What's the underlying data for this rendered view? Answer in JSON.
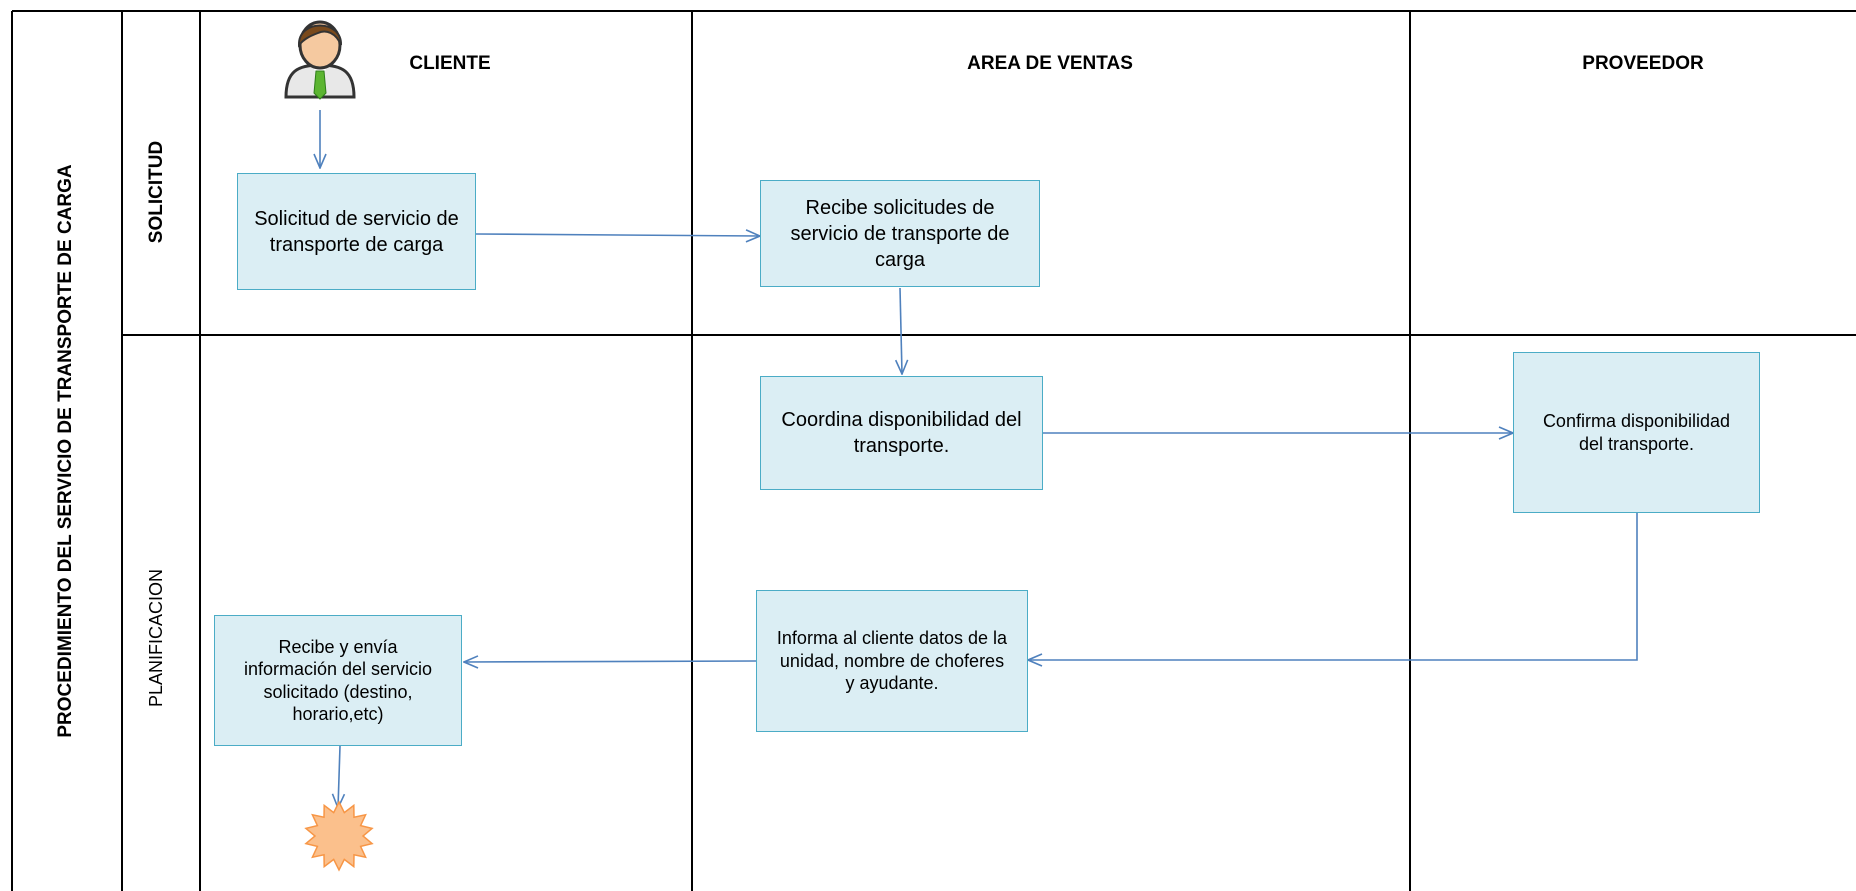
{
  "title": "PROCEDIMIENTO DEL SERVICIO DE  TRANSPORTE DE CARGA",
  "phases": {
    "solicitud": "SOLICITUD",
    "planificacion": "PLANIFICACION"
  },
  "lanes": {
    "cliente": "CLIENTE",
    "ventas": "AREA DE VENTAS",
    "proveedor": "PROVEEDOR"
  },
  "nodes": {
    "solicitud_servicio": "Solicitud de servicio de transporte de carga",
    "recibe_solicitudes": "Recibe solicitudes de servicio de transporte de carga",
    "coordina": "Coordina disponibilidad del transporte.",
    "confirma": "Confirma disponibilidad del transporte.",
    "informa": "Informa al cliente datos de la unidad, nombre de choferes y ayudante.",
    "recibe_envia": "Recibe y envía información del servicio solicitado (destino, horario,etc)"
  },
  "colors": {
    "box_fill": "#dbeef4",
    "box_border": "#4bacc6",
    "arrow": "#4f81bd",
    "end_fill": "#fbc08c",
    "end_stroke": "#f79646"
  },
  "icons": {
    "actor": "businessman-icon",
    "end": "burst-end-icon"
  }
}
